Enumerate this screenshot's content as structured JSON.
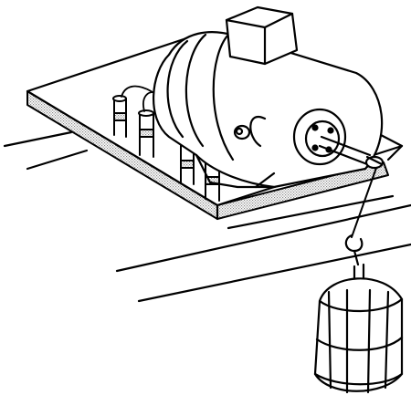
{
  "figure": {
    "subject": "electric-motor-on-baseplate-lifting-weight",
    "colors": {
      "ink": "#000000",
      "paper": "#ffffff",
      "stipple": "#9a9a9a"
    },
    "components": [
      "rails",
      "baseplate",
      "capacitors",
      "motor-housing",
      "terminal-box",
      "shaft",
      "pulley-end",
      "cable",
      "hook",
      "weight-stack"
    ]
  }
}
